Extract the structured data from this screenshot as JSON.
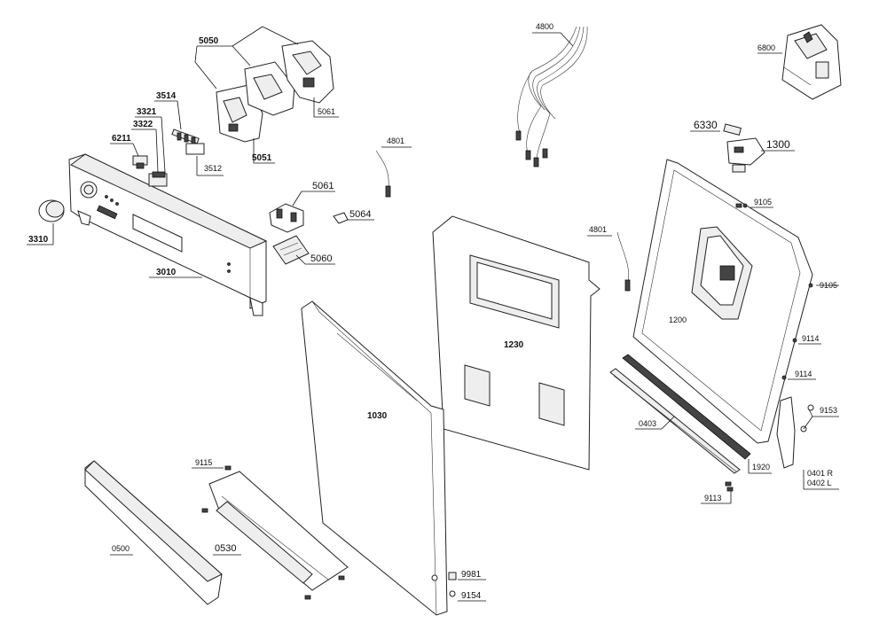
{
  "labels": {
    "l4800": "4800",
    "l6800": "6800",
    "l5050": "5050",
    "l5061a": "5061",
    "l3514": "3514",
    "l3321": "3321",
    "l3322": "3322",
    "l6211": "6211",
    "l3512": "3512",
    "l5051": "5051",
    "l4801a": "4801",
    "l6330": "6330",
    "l1300": "1300",
    "l5061b": "5061",
    "l5064": "5064",
    "l3310": "3310",
    "l5060": "5060",
    "l3010": "3010",
    "l9105a": "9105",
    "l4801b": "4801",
    "l9105b": "9105",
    "l1200": "1200",
    "l1230": "1230",
    "l9114a": "9114",
    "l9114b": "9114",
    "l1030": "1030",
    "l9153": "9153",
    "l0403": "0403",
    "l9115": "9115",
    "l1920": "1920",
    "l0401": "0401 R",
    "l0402": "0402 L",
    "l9113": "9113",
    "l0500": "0500",
    "l0530": "0530",
    "l9981": "9981",
    "l9154": "9154"
  }
}
